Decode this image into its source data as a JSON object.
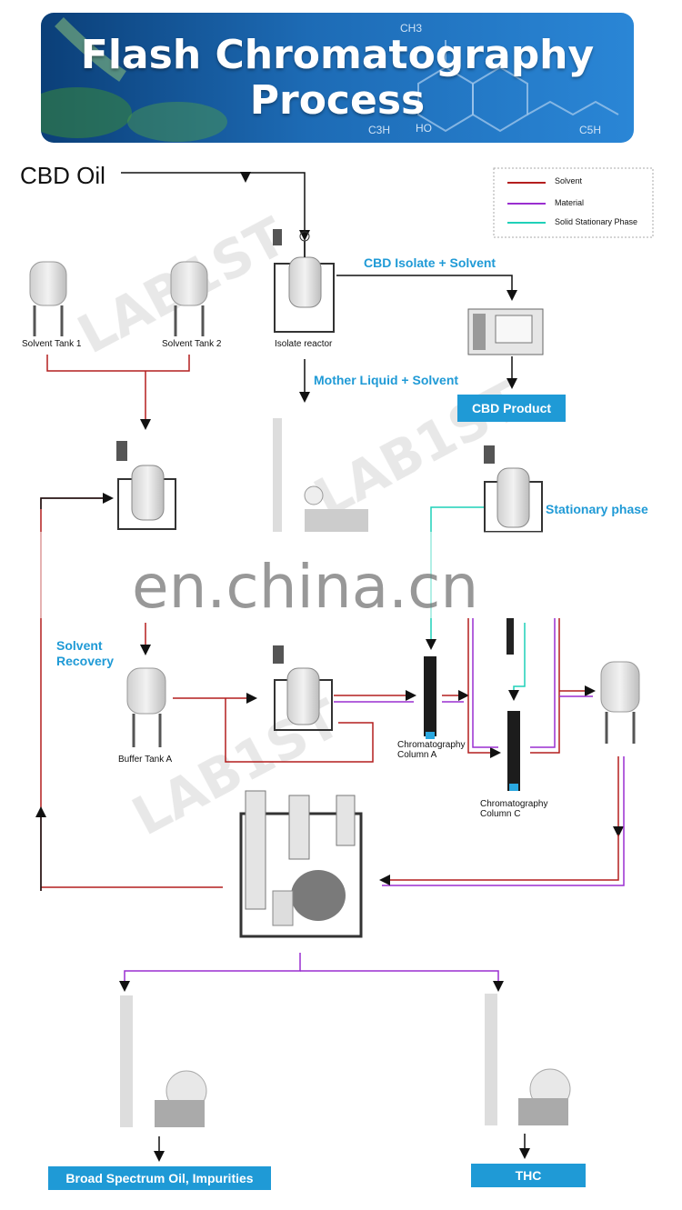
{
  "banner": {
    "title": "Flash Chromatography\nProcess",
    "molecule_labels": [
      "CH3",
      "C3H",
      "HO",
      "C5H"
    ]
  },
  "input_label": "CBD Oil",
  "legend": {
    "items": [
      {
        "label": "Solvent",
        "color": "#b41e1e"
      },
      {
        "label": "Material",
        "color": "#9a2fd0"
      },
      {
        "label": "Solid Stationary Phase",
        "color": "#1fd0b8"
      }
    ]
  },
  "equipment": {
    "solvent_tank_1": "Solvent Tank 1",
    "solvent_tank_2": "Solvent Tank 2",
    "isolate_reactor": "Isolate reactor",
    "buffer_tank_a": "Buffer Tank A",
    "column_a": "Chromatography\nColumn A",
    "column_c": "Chromatography\nColumn C"
  },
  "flow_labels": {
    "cbd_isolate_solvent": "CBD Isolate + Solvent",
    "mother_liquid_solvent": "Mother Liquid + Solvent",
    "stationary_phase": "Stationary phase",
    "solvent_recovery": "Solvent\nRecovery"
  },
  "products": {
    "cbd_product": "CBD Product",
    "broad_spectrum": "Broad Spectrum Oil, Impurities",
    "thc": "THC"
  },
  "watermarks": {
    "brand": "LAB1ST",
    "site": "en.china.cn"
  },
  "colors": {
    "solvent": "#b41e1e",
    "material": "#9a2fd0",
    "stationary": "#1fd0b8",
    "accent_blue": "#1f9ad6"
  }
}
